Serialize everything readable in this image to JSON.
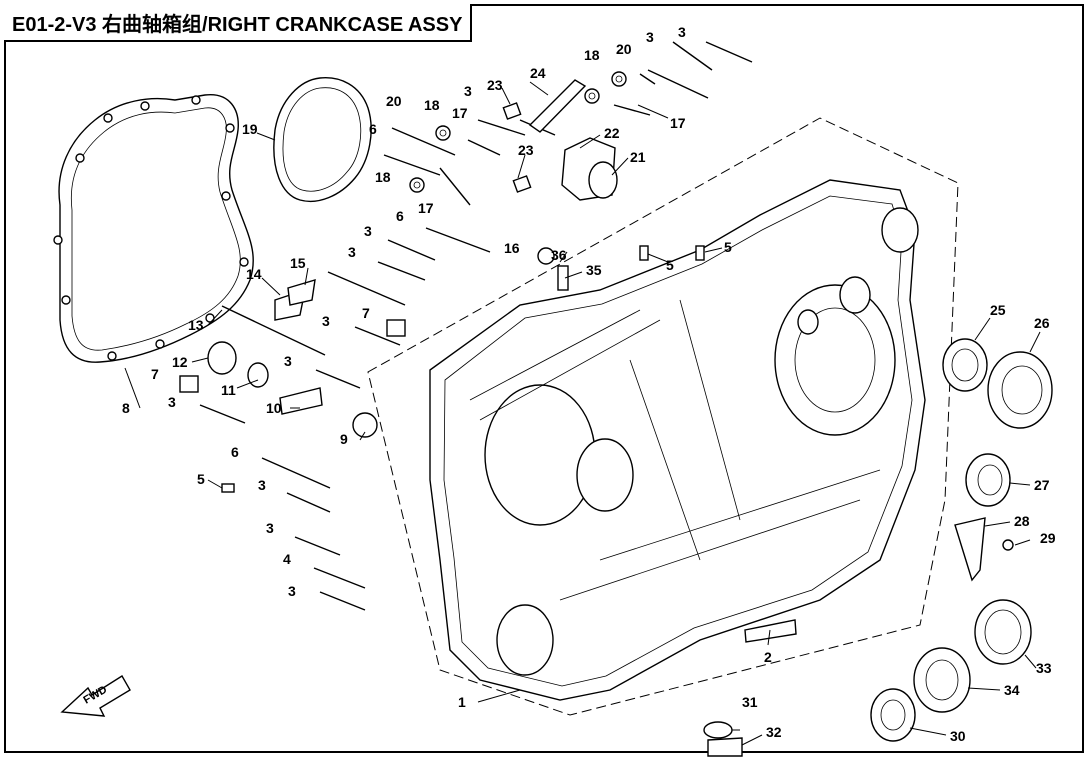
{
  "title": "E01-2-V3 右曲轴箱组/RIGHT CRANKCASE ASSY",
  "fwd_label": "FWD",
  "callouts": [
    "1",
    "2",
    "3",
    "4",
    "5",
    "6",
    "7",
    "8",
    "9",
    "10",
    "11",
    "12",
    "13",
    "14",
    "15",
    "16",
    "17",
    "18",
    "19",
    "20",
    "21",
    "22",
    "23",
    "24",
    "25",
    "26",
    "27",
    "28",
    "29",
    "30",
    "31",
    "32",
    "33",
    "34",
    "35",
    "36"
  ]
}
